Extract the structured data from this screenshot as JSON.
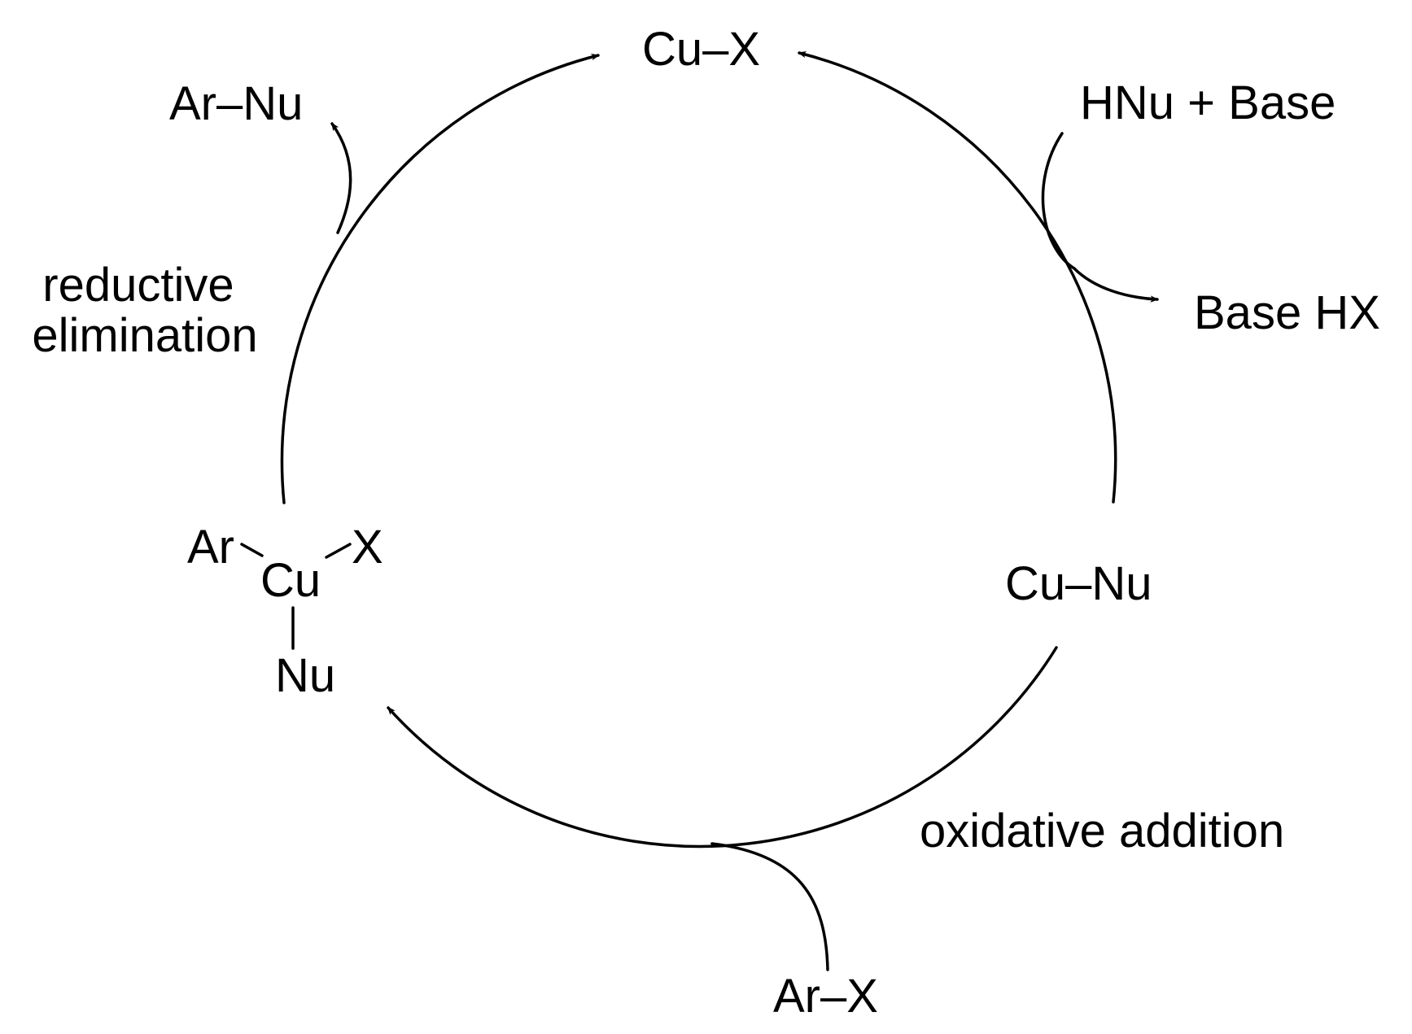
{
  "species": {
    "cux": "Cu–X",
    "arnu": "Ar–Nu",
    "hnu_base": "HNu + Base",
    "base_hx": "Base HX",
    "cunu": "Cu–Nu",
    "arx": "Ar–X",
    "complex": {
      "metal": "Cu",
      "aryl": "Ar",
      "halide": "X",
      "nucleophile": "Nu"
    }
  },
  "steps": {
    "reductive_elimination": [
      "reductive",
      "elimination"
    ],
    "oxidative_addition": "oxidative addition"
  }
}
